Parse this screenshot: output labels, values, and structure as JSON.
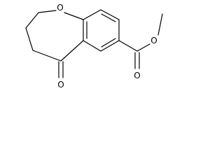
{
  "molecule": {
    "atoms": {
      "ring_oxygen": "O",
      "ketone_oxygen": "O",
      "ester_carbonyl_oxygen": "O",
      "ester_oxygen": "O"
    }
  },
  "colors": {
    "bond": "#000000",
    "background": "#ffffff"
  }
}
